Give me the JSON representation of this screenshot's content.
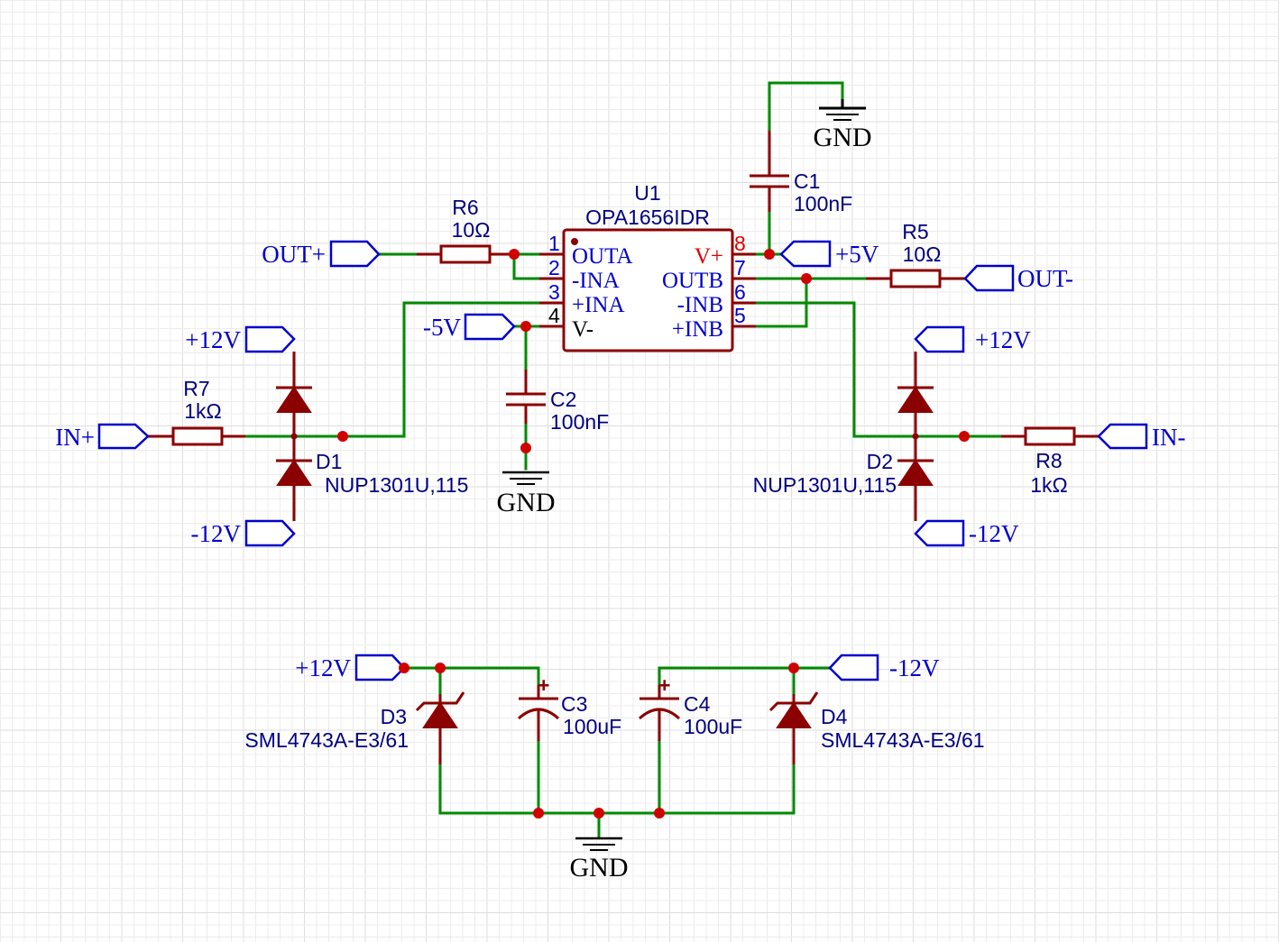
{
  "labels": {
    "out_plus": "OUT+",
    "out_minus": "OUT-",
    "in_plus": "IN+",
    "in_minus": "IN-",
    "plus5v": "+5V",
    "minus5v": "-5V",
    "plus12v": "+12V",
    "minus12v": "-12V",
    "gnd": "GND"
  },
  "components": {
    "u1": {
      "ref": "U1",
      "value": "OPA1656IDR"
    },
    "r5": {
      "ref": "R5",
      "value": "10Ω"
    },
    "r6": {
      "ref": "R6",
      "value": "10Ω"
    },
    "r7": {
      "ref": "R7",
      "value": "1kΩ"
    },
    "r8": {
      "ref": "R8",
      "value": "1kΩ"
    },
    "c1": {
      "ref": "C1",
      "value": "100nF"
    },
    "c2": {
      "ref": "C2",
      "value": "100nF"
    },
    "c3": {
      "ref": "C3",
      "value": "100uF"
    },
    "c4": {
      "ref": "C4",
      "value": "100uF"
    },
    "d1": {
      "ref": "D1",
      "value": "NUP1301U,115"
    },
    "d2": {
      "ref": "D2",
      "value": "NUP1301U,115"
    },
    "d3": {
      "ref": "D3",
      "value": "SML4743A-E3/61"
    },
    "d4": {
      "ref": "D4",
      "value": "SML4743A-E3/61"
    }
  },
  "u1_pins": [
    {
      "num": "1",
      "name": "OUTA"
    },
    {
      "num": "2",
      "name": "-INA"
    },
    {
      "num": "3",
      "name": "+INA"
    },
    {
      "num": "4",
      "name": "V-"
    },
    {
      "num": "8",
      "name": "V+"
    },
    {
      "num": "7",
      "name": "OUTB"
    },
    {
      "num": "6",
      "name": "-INB"
    },
    {
      "num": "5",
      "name": "+INB"
    }
  ],
  "cap_polarity_symbol": "+",
  "colors": {
    "wire": "#008a00",
    "component": "#8b0000",
    "junction": "#d00000",
    "net_label": "#0000cc",
    "power_pin": "#e00000"
  }
}
